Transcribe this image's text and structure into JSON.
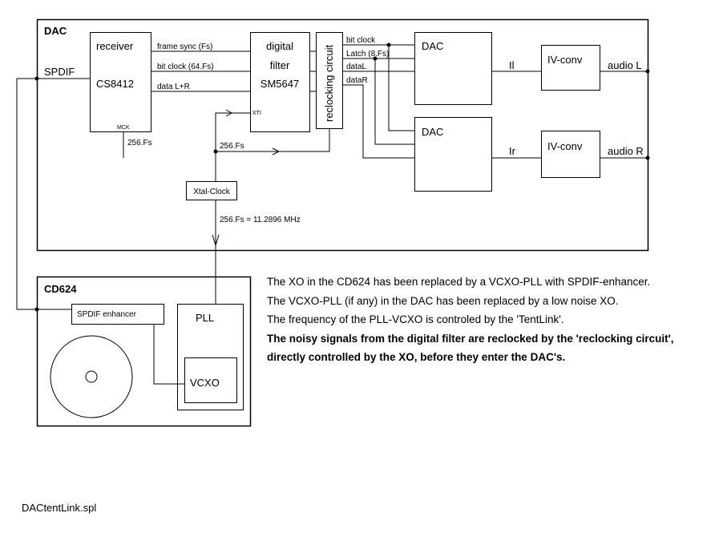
{
  "dac": {
    "title": "DAC",
    "spdif_label": "SPDIF",
    "receiver": {
      "title": "receiver",
      "chip": "CS8412",
      "pin_mck": "MCK",
      "mck_label": "256.Fs"
    },
    "receiver_outputs": {
      "frame_sync": "frame sync (Fs)",
      "bit_clock": "bit clock (64.Fs)",
      "data": "data L+R"
    },
    "filter": {
      "line1": "digital",
      "line2": "filter",
      "chip": "SM5647",
      "pin_xti": "XTI"
    },
    "reclocking": {
      "label": "reclocking circuit"
    },
    "reclock_outputs": {
      "bit_clock": "bit clock",
      "latch": "Latch (8.Fs)",
      "data_l": "dataL",
      "data_r": "dataR"
    },
    "clock_label": "256.Fs",
    "xtal": {
      "label": "Xtal-Clock",
      "freq_label": "256.Fs = 11.2896 MHz"
    },
    "dac_left": {
      "label": "DAC",
      "signal": "Il"
    },
    "dac_right": {
      "label": "DAC",
      "signal": "Ir"
    },
    "ivconv_left": {
      "label": "IV-conv",
      "output": "audio L"
    },
    "ivconv_right": {
      "label": "IV-conv",
      "output": "audio R"
    }
  },
  "cd624": {
    "title": "CD624",
    "spdif_enhancer": "SPDIF enhancer",
    "pll": "PLL",
    "vcxo": "VCXO"
  },
  "notes": {
    "line1": "The XO in the CD624 has been replaced by a VCXO-PLL with SPDIF-enhancer.",
    "line2": "The VCXO-PLL (if any)  in the DAC has been replaced by a low noise XO.",
    "line3": "The frequency of the PLL-VCXO is controled by the 'TentLink'.",
    "line4": "The noisy signals from the digital filter are reclocked by the 'reclocking circuit',",
    "line5": "directly controlled by the XO, before they enter the DAC's."
  },
  "filename": "DACtentLink.spl"
}
